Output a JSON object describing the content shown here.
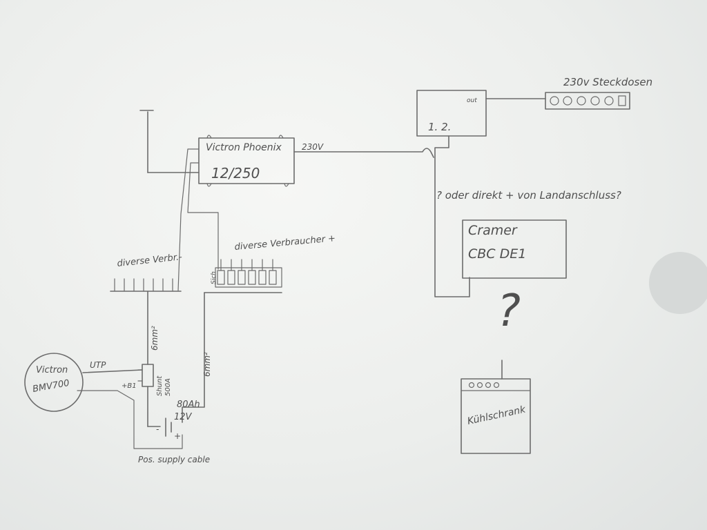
{
  "inverter": {
    "label_line1": "Victron Phoenix",
    "label_line2": "12/250",
    "output_voltage": "230V"
  },
  "charger_box": {
    "out_label": "out",
    "label": "1. 2."
  },
  "sockets": {
    "label": "230v Steckdosen",
    "count": 5
  },
  "question_note": "? oder direkt + von Landanschluss?",
  "battery_charger": {
    "label_line1": "Cramer",
    "label_line2": "CBC DE1"
  },
  "fridge_link_question": "?",
  "fridge": {
    "label": "Kühlschrank"
  },
  "ground_symbol": "—",
  "loads_negative": {
    "label": "diverse Verbr.-"
  },
  "loads_positive": {
    "label": "diverse Verbraucher +",
    "fuse_label": "Sich",
    "fuse_count": 6
  },
  "monitor": {
    "label_line1": "Victron",
    "label_line2": "BMV700",
    "link_label": "UTP"
  },
  "shunt": {
    "label_line1": "Shunt",
    "label_line2": "500A",
    "plus_label": "+B1"
  },
  "cable_neg": {
    "label": "6mm²"
  },
  "cable_pos": {
    "label": "6mm²"
  },
  "battery": {
    "capacity": "80Ah",
    "voltage": "12V",
    "minus": "-",
    "plus": "+"
  },
  "supply_cable_label": "Pos. supply cable"
}
